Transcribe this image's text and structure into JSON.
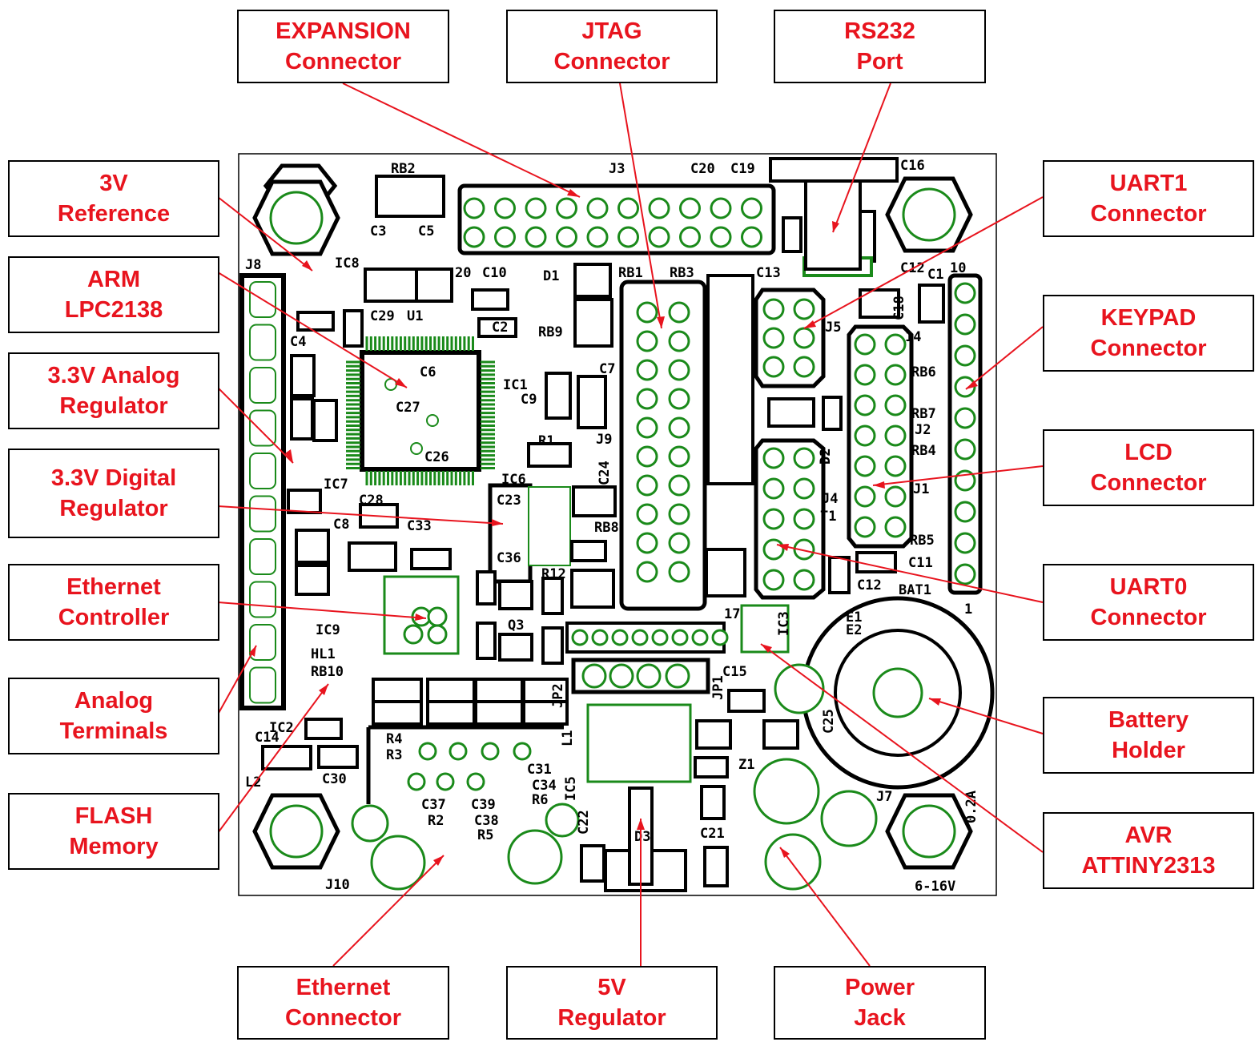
{
  "colors": {
    "label_text": "#e8141e",
    "leader_line": "#e8141e",
    "pad_green": "#1a8a1a",
    "silkscreen": "#000000"
  },
  "callouts": [
    {
      "id": "expansion-connector",
      "lines": [
        "EXPANSION",
        "Connector"
      ]
    },
    {
      "id": "jtag-connector",
      "lines": [
        "JTAG",
        "Connector"
      ]
    },
    {
      "id": "rs232-port",
      "lines": [
        "RS232",
        "Port"
      ]
    },
    {
      "id": "3v-reference",
      "lines": [
        "3V",
        "Reference"
      ]
    },
    {
      "id": "arm-lpc2138",
      "lines": [
        "ARM",
        "LPC2138"
      ]
    },
    {
      "id": "analog-regulator",
      "lines": [
        "3.3V Analog",
        "Regulator"
      ]
    },
    {
      "id": "digital-regulator",
      "lines": [
        "3.3V Digital",
        "Regulator"
      ]
    },
    {
      "id": "ethernet-controller",
      "lines": [
        "Ethernet",
        "Controller"
      ]
    },
    {
      "id": "analog-terminals",
      "lines": [
        "Analog",
        "Terminals"
      ]
    },
    {
      "id": "flash-memory",
      "lines": [
        "FLASH",
        "Memory"
      ]
    },
    {
      "id": "uart1-connector",
      "lines": [
        "UART1",
        "Connector"
      ]
    },
    {
      "id": "keypad-connector",
      "lines": [
        "KEYPAD",
        "Connector"
      ]
    },
    {
      "id": "lcd-connector",
      "lines": [
        "LCD",
        "Connector"
      ]
    },
    {
      "id": "uart0-connector",
      "lines": [
        "UART0",
        "Connector"
      ]
    },
    {
      "id": "battery-holder",
      "lines": [
        "Battery",
        "Holder"
      ]
    },
    {
      "id": "avr-attiny2313",
      "lines": [
        "AVR",
        "ATTINY2313"
      ]
    },
    {
      "id": "ethernet-connector",
      "lines": [
        "Ethernet",
        "Connector"
      ]
    },
    {
      "id": "5v-regulator",
      "lines": [
        "5V",
        "Regulator"
      ]
    },
    {
      "id": "power-jack",
      "lines": [
        "Power",
        "Jack"
      ]
    }
  ],
  "silkscreen_labels": [
    "RB2",
    "J3",
    "C20",
    "C19",
    "C16",
    "C3",
    "C5",
    "IC8",
    "J8",
    "20",
    "C10",
    "D1",
    "RB1",
    "RB3",
    "C13",
    "C12",
    "C1",
    "10",
    "C4",
    "C29",
    "U1",
    "C2",
    "RB9",
    "J5",
    "C18",
    "14",
    "C6",
    "IC1",
    "C7",
    "RB6",
    "C27",
    "C9",
    "RB7",
    "J2",
    "C26",
    "R1",
    "J9",
    "D2",
    "RB4",
    "IC7",
    "C24",
    "IC6",
    "C23",
    "J4",
    "T1",
    "J1",
    "C28",
    "C8",
    "C33",
    "RB8",
    "RB5",
    "C36",
    "R12",
    "C11",
    "C12",
    "BAT1",
    "1",
    "IC9",
    "HL1",
    "RB10",
    "Q3",
    "17",
    "E1",
    "E2",
    "IC3",
    "C15",
    "JP1",
    "JP2",
    "C25",
    "IC2",
    "C14",
    "R4",
    "R3",
    "L1",
    "Z1",
    "C31",
    "C34",
    "R6",
    "L2",
    "C30",
    "IC5",
    "C37",
    "R2",
    "C39",
    "C38",
    "R5",
    "J7",
    "0.2A",
    "C22",
    "D3",
    "C21",
    "J10",
    "6-16V"
  ]
}
